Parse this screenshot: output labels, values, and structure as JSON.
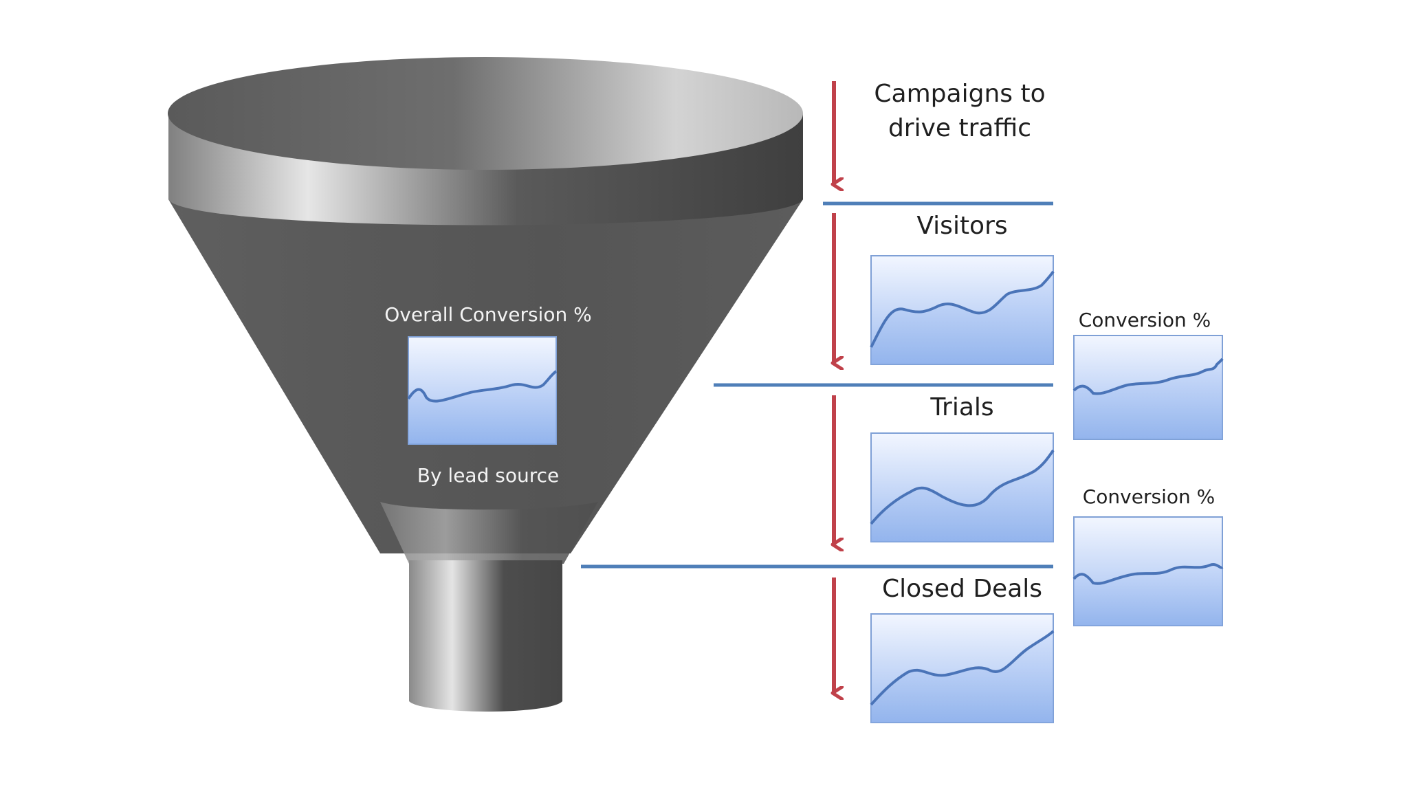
{
  "funnel": {
    "overall_label": "Overall Conversion %",
    "sub_label": "By lead source"
  },
  "stages": {
    "campaigns": {
      "line1": "Campaigns to",
      "line2": "drive traffic"
    },
    "visitors": "Visitors",
    "trials": "Trials",
    "closed": "Closed Deals"
  },
  "conversions": [
    {
      "label": "Conversion %"
    },
    {
      "label": "Conversion %"
    }
  ],
  "colors": {
    "arrow": "#c0414a",
    "divider": "#4f7fb8",
    "sparkline_stroke": "#4a74b8",
    "sparkline_fill_top": "#eef3ff",
    "sparkline_fill_bottom": "#8fb2ee",
    "funnel_dark": "#4d4d4d",
    "funnel_light": "#d6d6d6"
  },
  "icons": {
    "arrow": "arrow-down-icon",
    "chart": "sparkline-chart-icon"
  }
}
